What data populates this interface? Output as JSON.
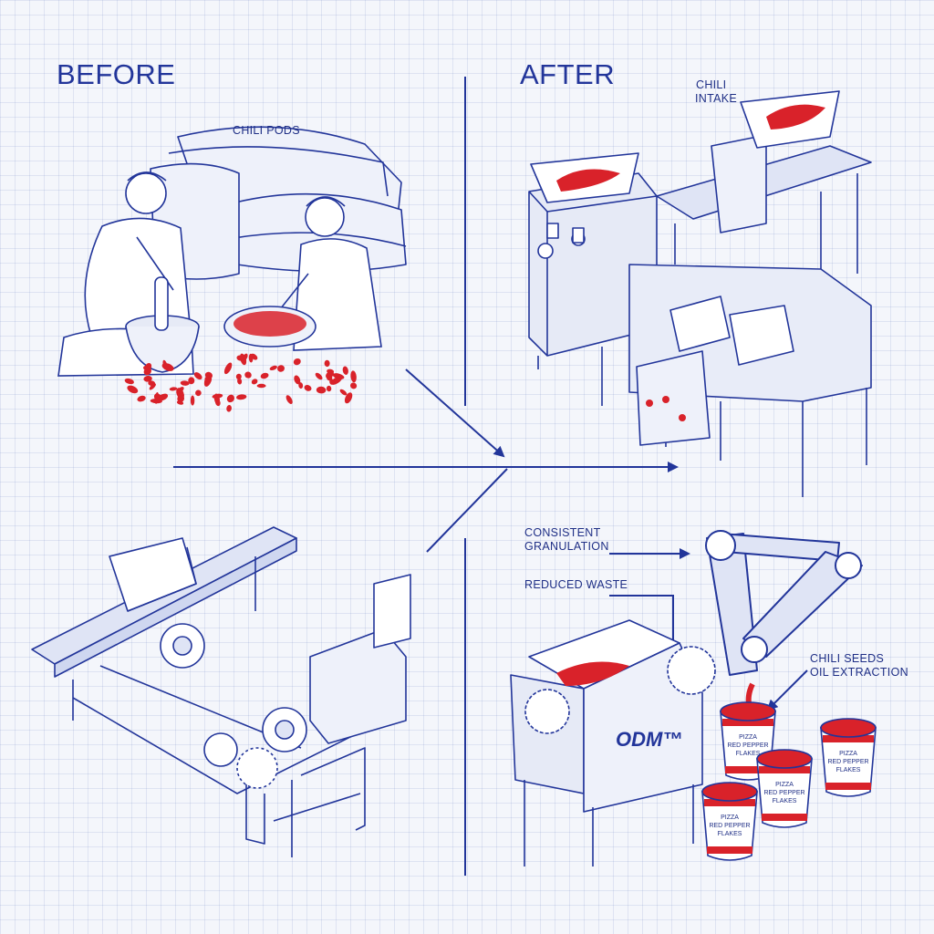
{
  "headings": {
    "before": "BEFORE",
    "after": "AFTER"
  },
  "labels": {
    "chili_pods": "CHILI PODS",
    "chili_intake_1": "CHILI",
    "chili_intake_2": "INTAKE",
    "consistent_1": "CONSISTENT",
    "consistent_2": "GRANULATION",
    "reduced_waste": "REDUCED WASTE",
    "seeds_1": "CHILI SEEDS",
    "seeds_2": "OIL EXTRACTION",
    "brand": "ODM™",
    "cup_line_1": "PIZZA",
    "cup_line_2": "RED PEPPER",
    "cup_line_3": "FLAKES"
  },
  "colors": {
    "ink": "#22359a",
    "fill": "#dfe4f5",
    "chili": "#d9222a",
    "grid": "#c8d0ea"
  },
  "icons": [
    "arrow-icon",
    "robot-arm-icon",
    "mortar-icon",
    "sieve-icon"
  ]
}
